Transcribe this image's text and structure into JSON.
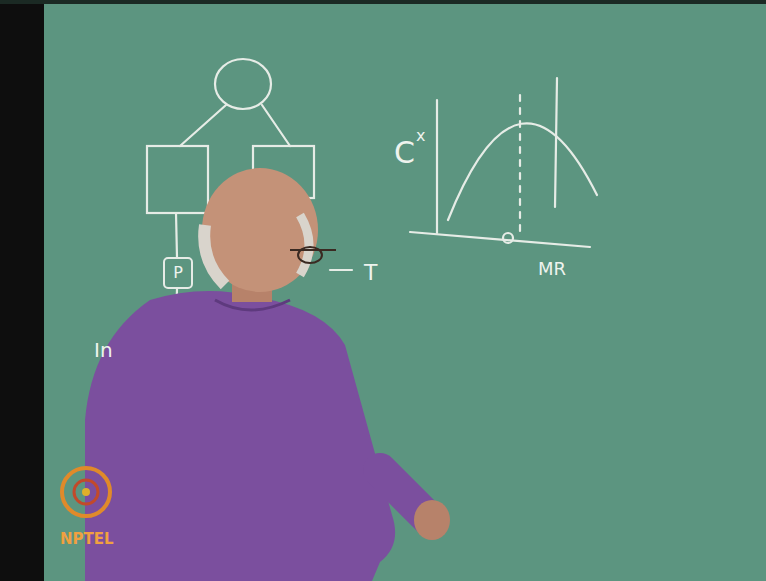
{
  "diagram": {
    "nodes": [
      {
        "text": [
          "P"
        ]
      }
    ],
    "labels": [
      "C",
      "x",
      "T",
      "In",
      "MR",
      "NPTEL"
    ]
  }
}
